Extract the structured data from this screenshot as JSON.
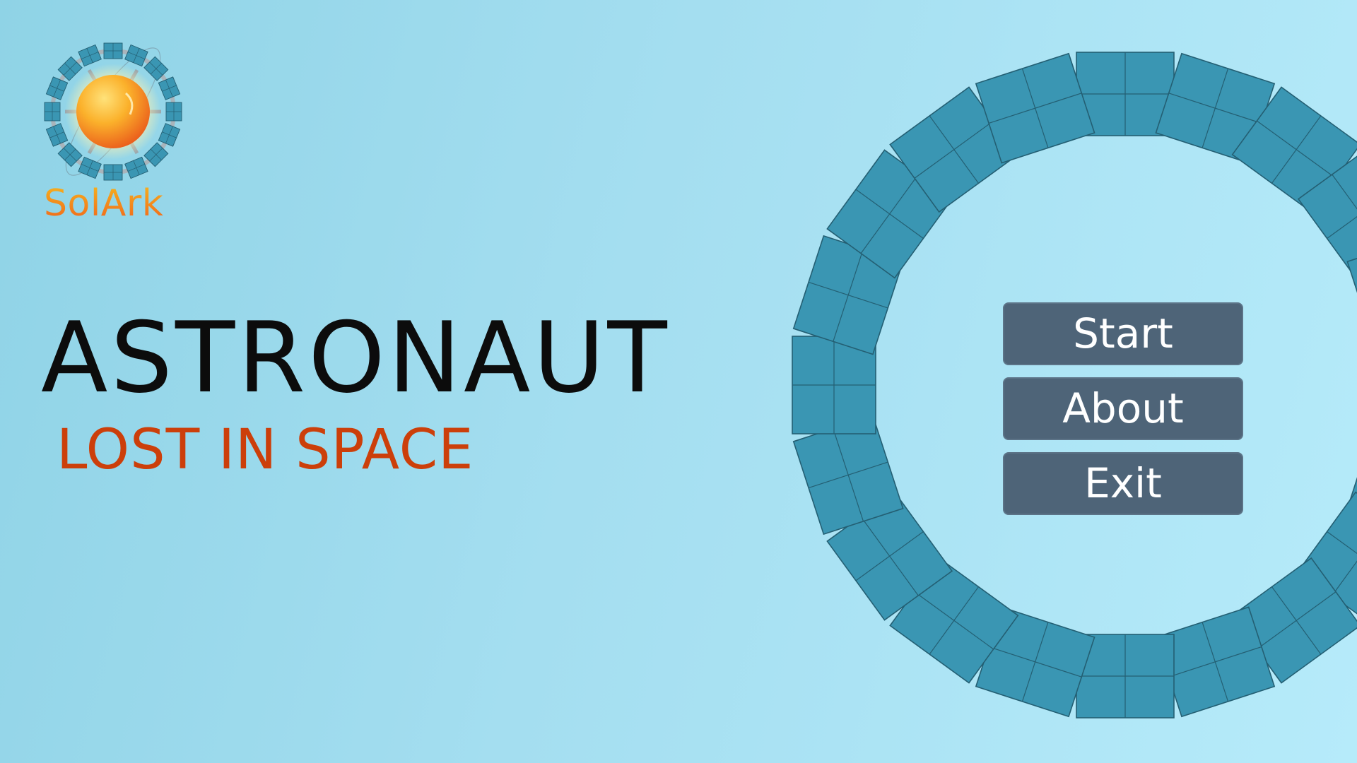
{
  "logo": {
    "name": "SolArk"
  },
  "game": {
    "title": "ASTRONAUT",
    "subtitle": "LOST IN SPACE"
  },
  "menu": {
    "start_label": "Start",
    "about_label": "About",
    "exit_label": "Exit"
  },
  "colors": {
    "background_left": "#8fd3e6",
    "background_right": "#b6ebfa",
    "solar_panel": "#3a96b3",
    "panel_line": "#245f73",
    "station_ring": "#b9c2c8",
    "button_bg": "#4e6478",
    "title_text": "#0c0c0c",
    "subtitle_text": "#cc3f0a",
    "logo_text_top": "#f6b11d",
    "logo_text_bottom": "#f0661c"
  },
  "icons": {
    "logo_emblem": "sun-with-solar-panel-ring-icon"
  }
}
